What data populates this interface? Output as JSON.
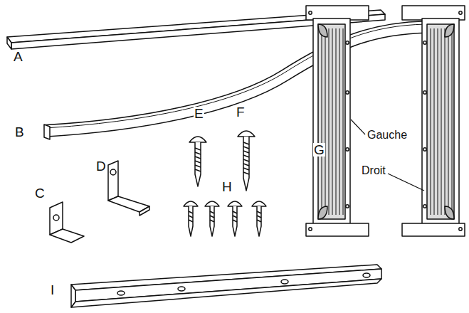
{
  "diagram": {
    "labels": [
      "A",
      "B",
      "D",
      "E",
      "F",
      "G",
      "Gauche",
      "C",
      "H",
      "Droit",
      "I"
    ]
  }
}
